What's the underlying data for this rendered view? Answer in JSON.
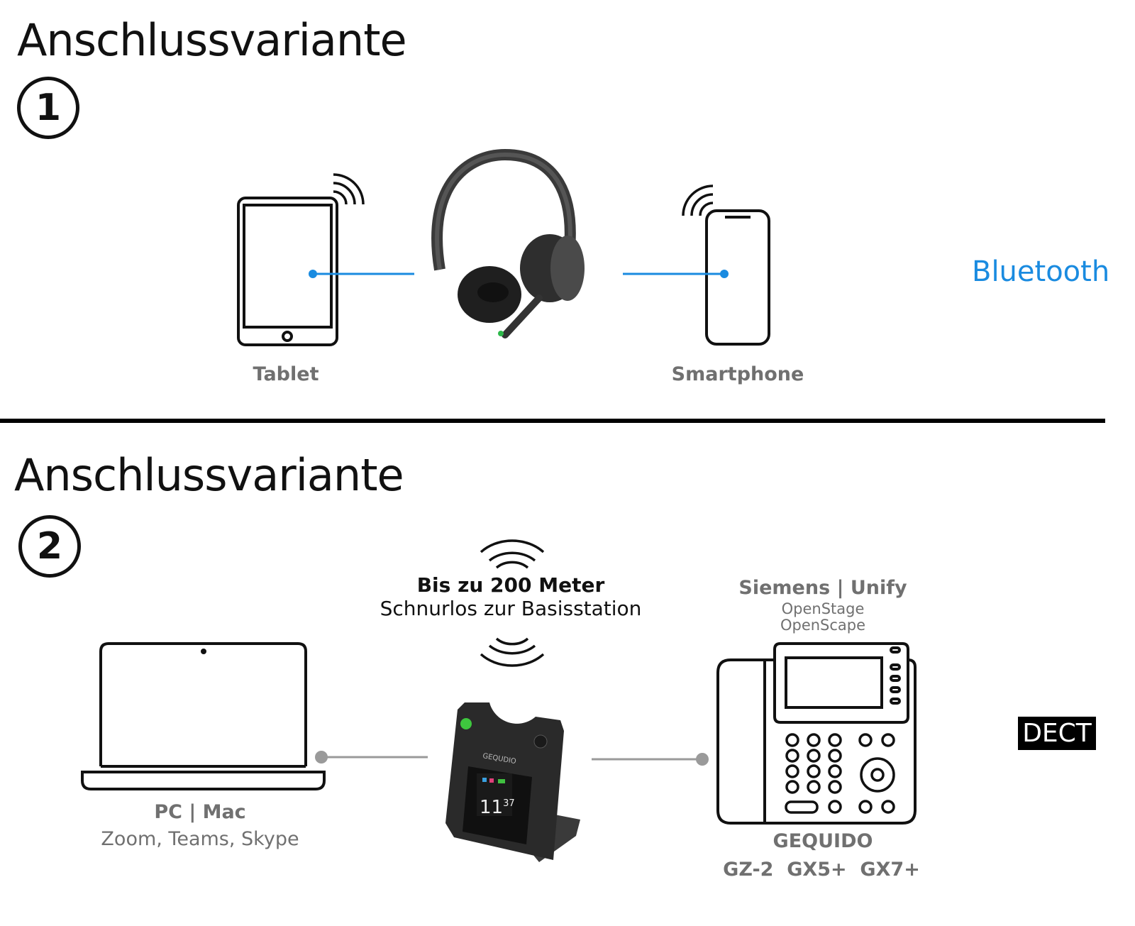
{
  "section1": {
    "title": "Anschlussvariante",
    "number": "1",
    "tablet_label": "Tablet",
    "smartphone_label": "Smartphone",
    "connection_label": "Bluetooth",
    "connection_color": "#1a8be0"
  },
  "section2": {
    "title": "Anschlussvariante",
    "number": "2",
    "range_title": "Bis zu 200 Meter",
    "range_subtitle": "Schnurlos zur Basisstation",
    "pc_label": "PC | Mac",
    "pc_apps": "Zoom, Teams, Skype",
    "phone_brand": "Siemens | Unify",
    "phone_model_1": "OpenStage",
    "phone_model_2": "OpenScape",
    "phone_brand_2": "GEQUIDO",
    "phone_models_2": "GZ-2  GX5+  GX7+",
    "base_brand": "GEQUDIO",
    "base_time_hours": "11",
    "base_time_minutes": "37",
    "connection_label": "DECT",
    "line_color": "#9a9a9a"
  }
}
